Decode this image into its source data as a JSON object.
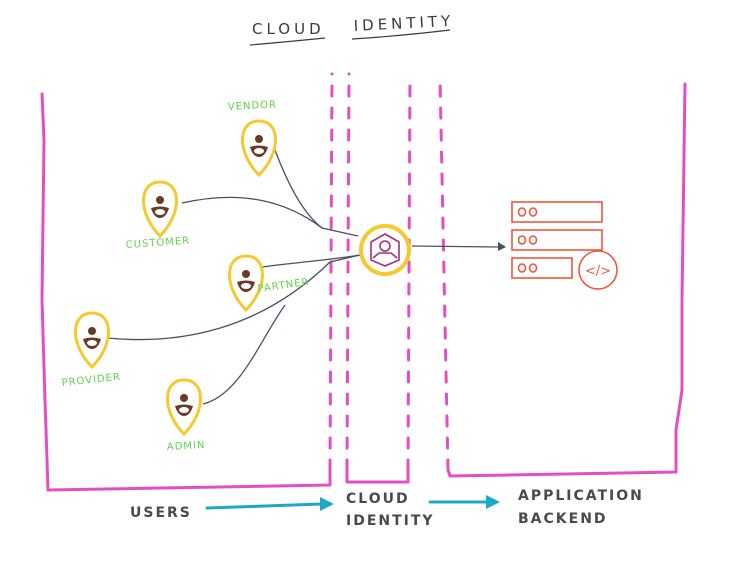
{
  "title": {
    "left_word": "CLOUD",
    "right_word": "IDENTITY"
  },
  "colors": {
    "boundary": "#e34fc1",
    "user_pin": "#f5c92e",
    "user_label": "#5fd34a",
    "connector": "#4a4f66",
    "flow_arrow": "#1da9c6",
    "backend": "#ec5840",
    "identity_glyph": "#a2307f",
    "text": "#4a4a4a"
  },
  "zones": [
    {
      "name": "users",
      "label": "USERS"
    },
    {
      "name": "cloud-identity",
      "label_line1": "CLOUD",
      "label_line2": "IDENTITY"
    },
    {
      "name": "application-backend",
      "label_line1": "APPLICATION",
      "label_line2": "BACKEND"
    }
  ],
  "users": [
    {
      "id": "vendor",
      "label": "VENDOR",
      "icon": "person-pin-icon"
    },
    {
      "id": "customer",
      "label": "CUSTOMER",
      "icon": "person-pin-icon"
    },
    {
      "id": "partner",
      "label": "PARTNER",
      "icon": "person-pin-icon"
    },
    {
      "id": "provider",
      "label": "PROVIDER",
      "icon": "person-pin-icon"
    },
    {
      "id": "admin",
      "label": "ADMIN",
      "icon": "person-pin-icon"
    }
  ],
  "identity_provider": {
    "icon": "identity-hexagon-user-icon"
  },
  "backend": {
    "icon": "server-stack-icon",
    "rack_count": 3,
    "code_badge": "</>",
    "code_icon": "code-icon"
  },
  "flow": [
    {
      "from": "USERS",
      "to": "CLOUD IDENTITY"
    },
    {
      "from": "CLOUD IDENTITY",
      "to": "APPLICATION BACKEND"
    }
  ]
}
